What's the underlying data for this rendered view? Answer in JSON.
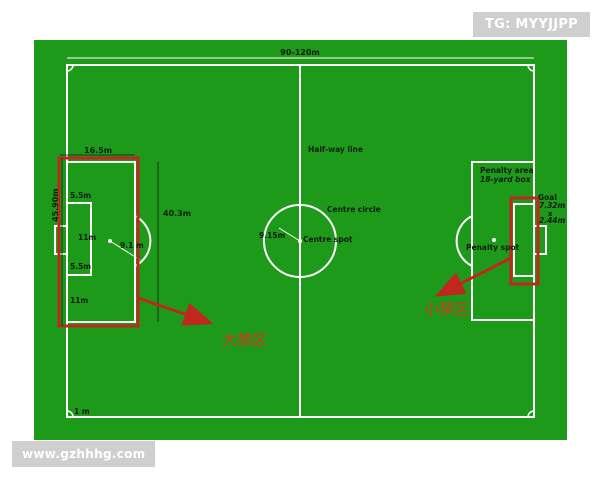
{
  "colors": {
    "pitch": "#1e9a1a",
    "lines": "#ffffff",
    "text": "#0e1e0e",
    "highlight": "#c0271f",
    "annotation": "#d4361f"
  },
  "watermarks": {
    "top_right": "TG: MYYJJPP",
    "bottom_left": "www.gzhhhg.com"
  },
  "dimension_labels": {
    "width": "90-120m",
    "penalty_area_depth": "16.5m",
    "penalty_area_width": "40.3m",
    "total_box_width": "45.90m",
    "goal_area_depth": "5.5m",
    "goal_area_width": "5.5m",
    "penalty_spot_distance": "11m",
    "arc_radius": "9.1 m",
    "lower_offset": "11m",
    "corner_arc": "1 m",
    "centre_circle_radius": "9.15m"
  },
  "feature_labels": {
    "halfway_line": "Half-way line",
    "centre_circle": "Centre circle",
    "centre_spot": "Centre spot",
    "penalty_area_line1": "Penalty area",
    "penalty_area_line2": "18-yard box",
    "goal": "Goal",
    "goal_width": "7.32m",
    "goal_x": "x",
    "goal_height": "2.44m",
    "penalty_spot": "Penalty spot"
  },
  "annotations": {
    "big_box": "大禁区",
    "small_box": "小禁区"
  }
}
